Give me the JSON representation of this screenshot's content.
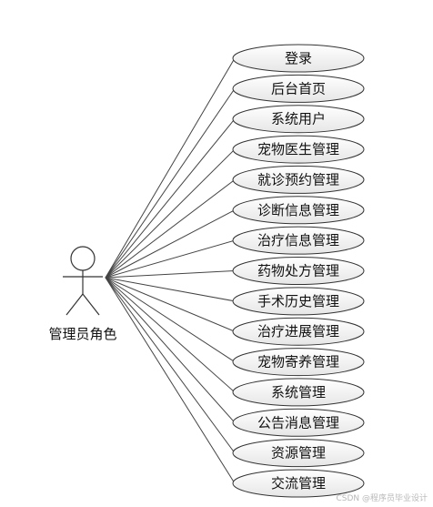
{
  "actor": {
    "label": "管理员角色"
  },
  "use_cases": [
    "登录",
    "后台首页",
    "系统用户",
    "宠物医生管理",
    "就诊预约管理",
    "诊断信息管理",
    "治疗信息管理",
    "药物处方管理",
    "手术历史管理",
    "治疗进展管理",
    "宠物寄养管理",
    "系统管理",
    "公告消息管理",
    "资源管理",
    "交流管理"
  ],
  "watermark": "CSDN @程序员毕业设计",
  "colors": {
    "ellipse_fill_top": "#ffffff",
    "ellipse_fill_bottom": "#e6e6e6",
    "stroke": "#333333",
    "line": "#444444"
  }
}
